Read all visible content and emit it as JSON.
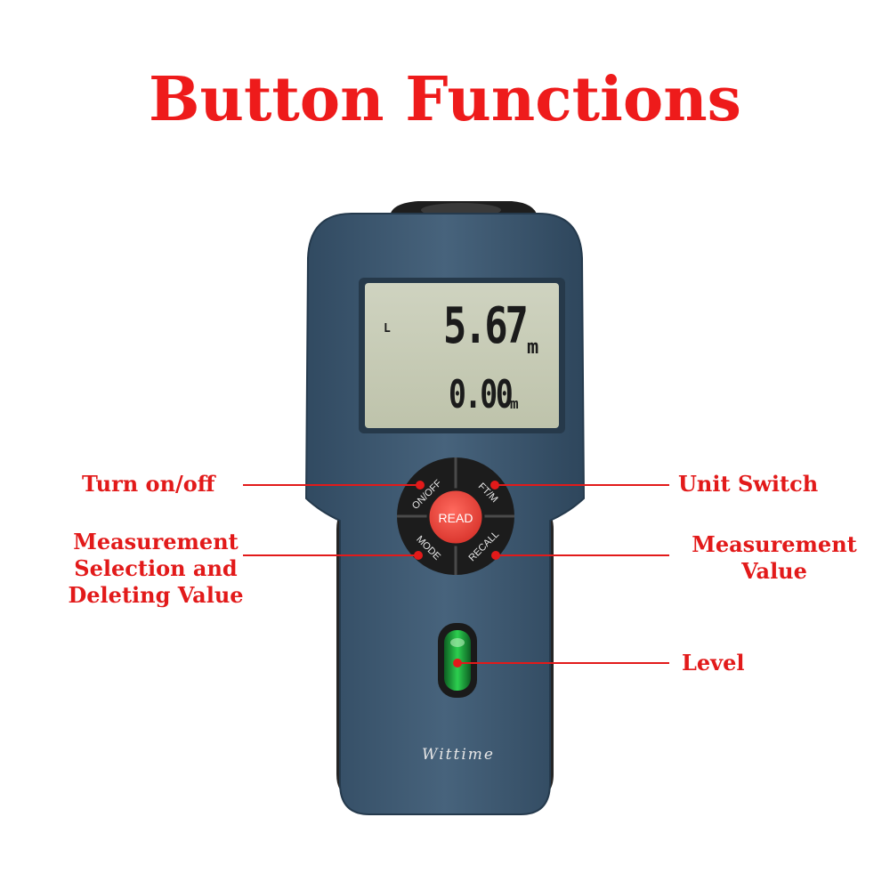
{
  "title": "Button Functions",
  "display": {
    "mode_indicator": "L",
    "primary_value": "5.67",
    "primary_unit": "m",
    "secondary_value": "0.00",
    "secondary_unit": "m"
  },
  "buttons": {
    "on_off": "ON/OFF",
    "unit": "FT/M",
    "read": "READ",
    "mode": "MODE",
    "recall": "RECALL"
  },
  "brand": "Wittime",
  "callouts": {
    "turn_on_off": "Turn on/off",
    "unit_switch": "Unit Switch",
    "measurement_selection": [
      "Measurement",
      "Selection and",
      "Deleting Value"
    ],
    "measurement_value": [
      "Measurement",
      "Value"
    ],
    "level": "Level"
  },
  "colors": {
    "accent": "#e21a1a",
    "body": "#3d5a73",
    "grip": "#2b2b2b",
    "lcd": "#c9cdb8",
    "read_button": "#e8463e",
    "level_vial": "#1faa3a"
  }
}
